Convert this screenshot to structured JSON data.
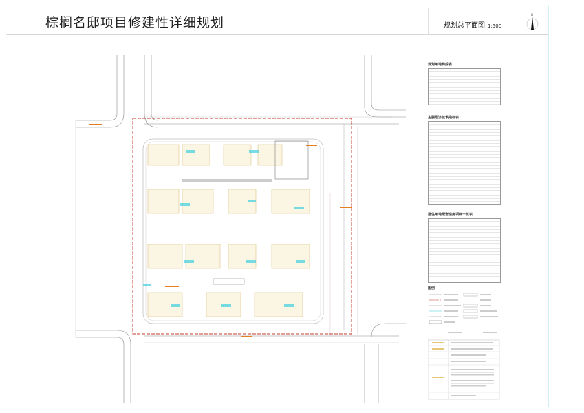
{
  "header": {
    "project_title": "棕榈名邸项目修建性详细规划",
    "sheet_title": "规划总平面图",
    "scale": "1:500"
  },
  "panel": {
    "tables": [
      {
        "title": "规划用地构成表",
        "rows": 12
      },
      {
        "title": "主要经济技术指标表",
        "rows": 30
      },
      {
        "title": "居住用地配套设施项目一览表",
        "rows": 26
      }
    ],
    "legend_title": "图例"
  },
  "colors": {
    "frame": "#7fdde8",
    "site_boundary": "#c0392b",
    "road": "#8a8a8a",
    "building": "#e8c878",
    "water": "#3fd0e0"
  }
}
